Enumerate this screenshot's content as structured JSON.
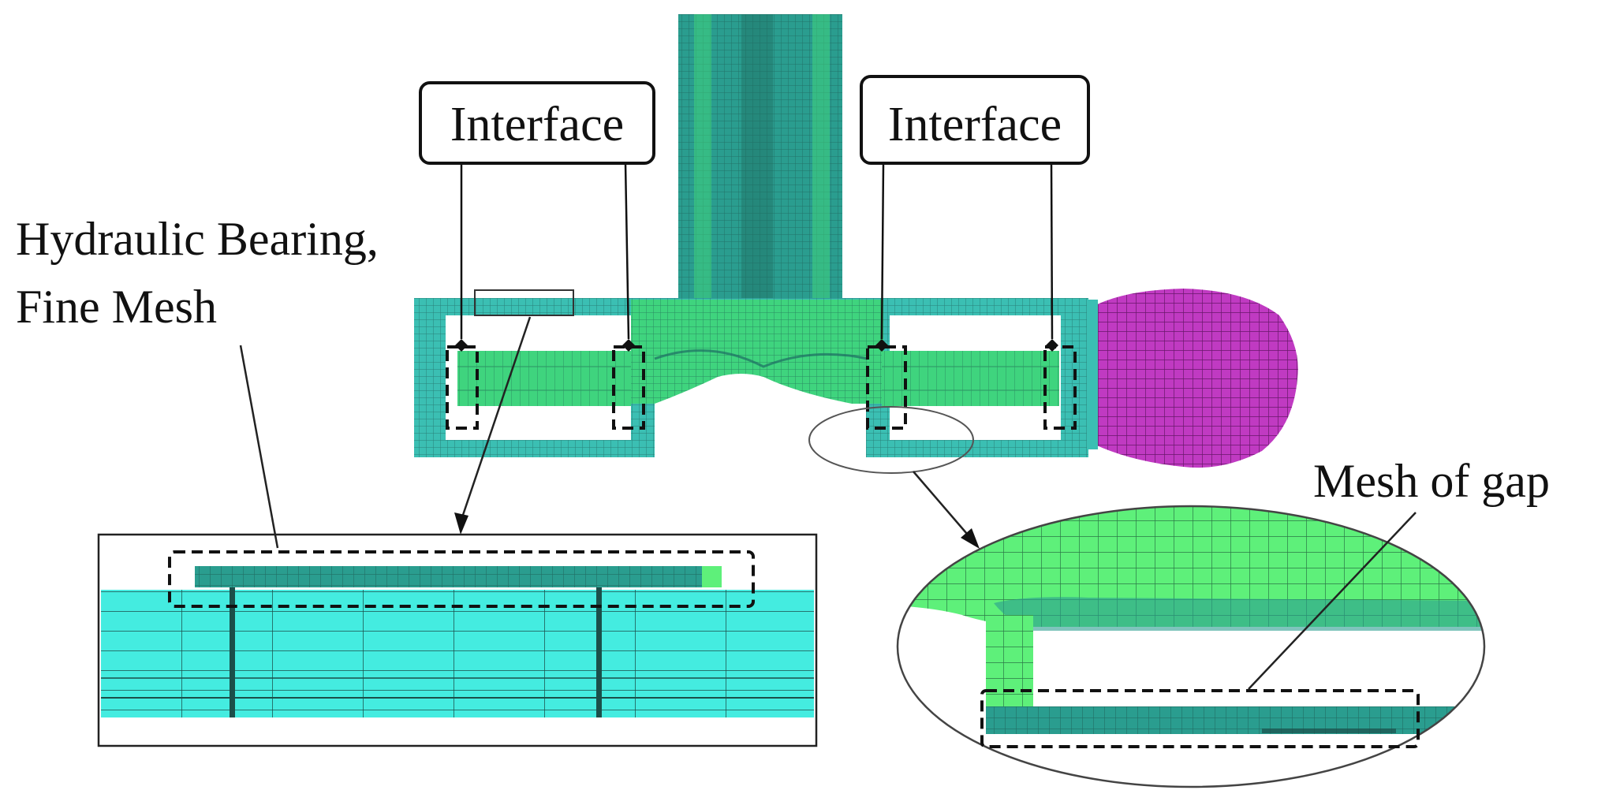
{
  "labels": {
    "interface_left": "Interface",
    "interface_right": "Interface",
    "bearing_line1": "Hydraulic Bearing,",
    "bearing_line2": "Fine Mesh",
    "gap": "Mesh of gap"
  },
  "colors": {
    "shell_cyan": "#3bbfb3",
    "bearing_green": "#3fd47e",
    "dark_green": "#2e8b57",
    "shaft_teal": "#2a9d8f",
    "ball_magenta": "#c03ac2",
    "zoom_cyan": "#44ece0",
    "zoom_green": "#5ef07a",
    "mesh_line": "#1b4f4a",
    "outline": "#111111"
  }
}
